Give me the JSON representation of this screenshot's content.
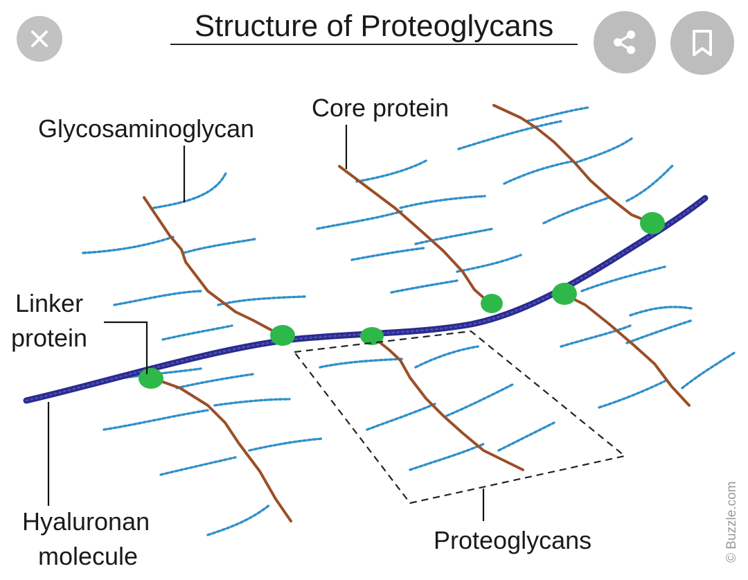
{
  "diagram": {
    "title": "Structure of Proteoglycans",
    "labels": {
      "glycosaminoglycan": "Glycosaminoglycan",
      "core_protein": "Core protein",
      "linker_line1": "Linker",
      "linker_line2": "protein",
      "hyaluronan_line1": "Hyaluronan",
      "hyaluronan_line2": "molecule",
      "proteoglycans": "Proteoglycans"
    },
    "credit": "© Buzzle.com",
    "colors": {
      "hyaluronan": "#2a2b8c",
      "core_protein": "#9a4f26",
      "glycosaminoglycan": "#2f8fc9",
      "linker_protein": "#2fb84a"
    }
  },
  "overlay": {
    "close_icon": "close-icon",
    "share_icon": "share-icon",
    "bookmark_icon": "bookmark-icon"
  }
}
